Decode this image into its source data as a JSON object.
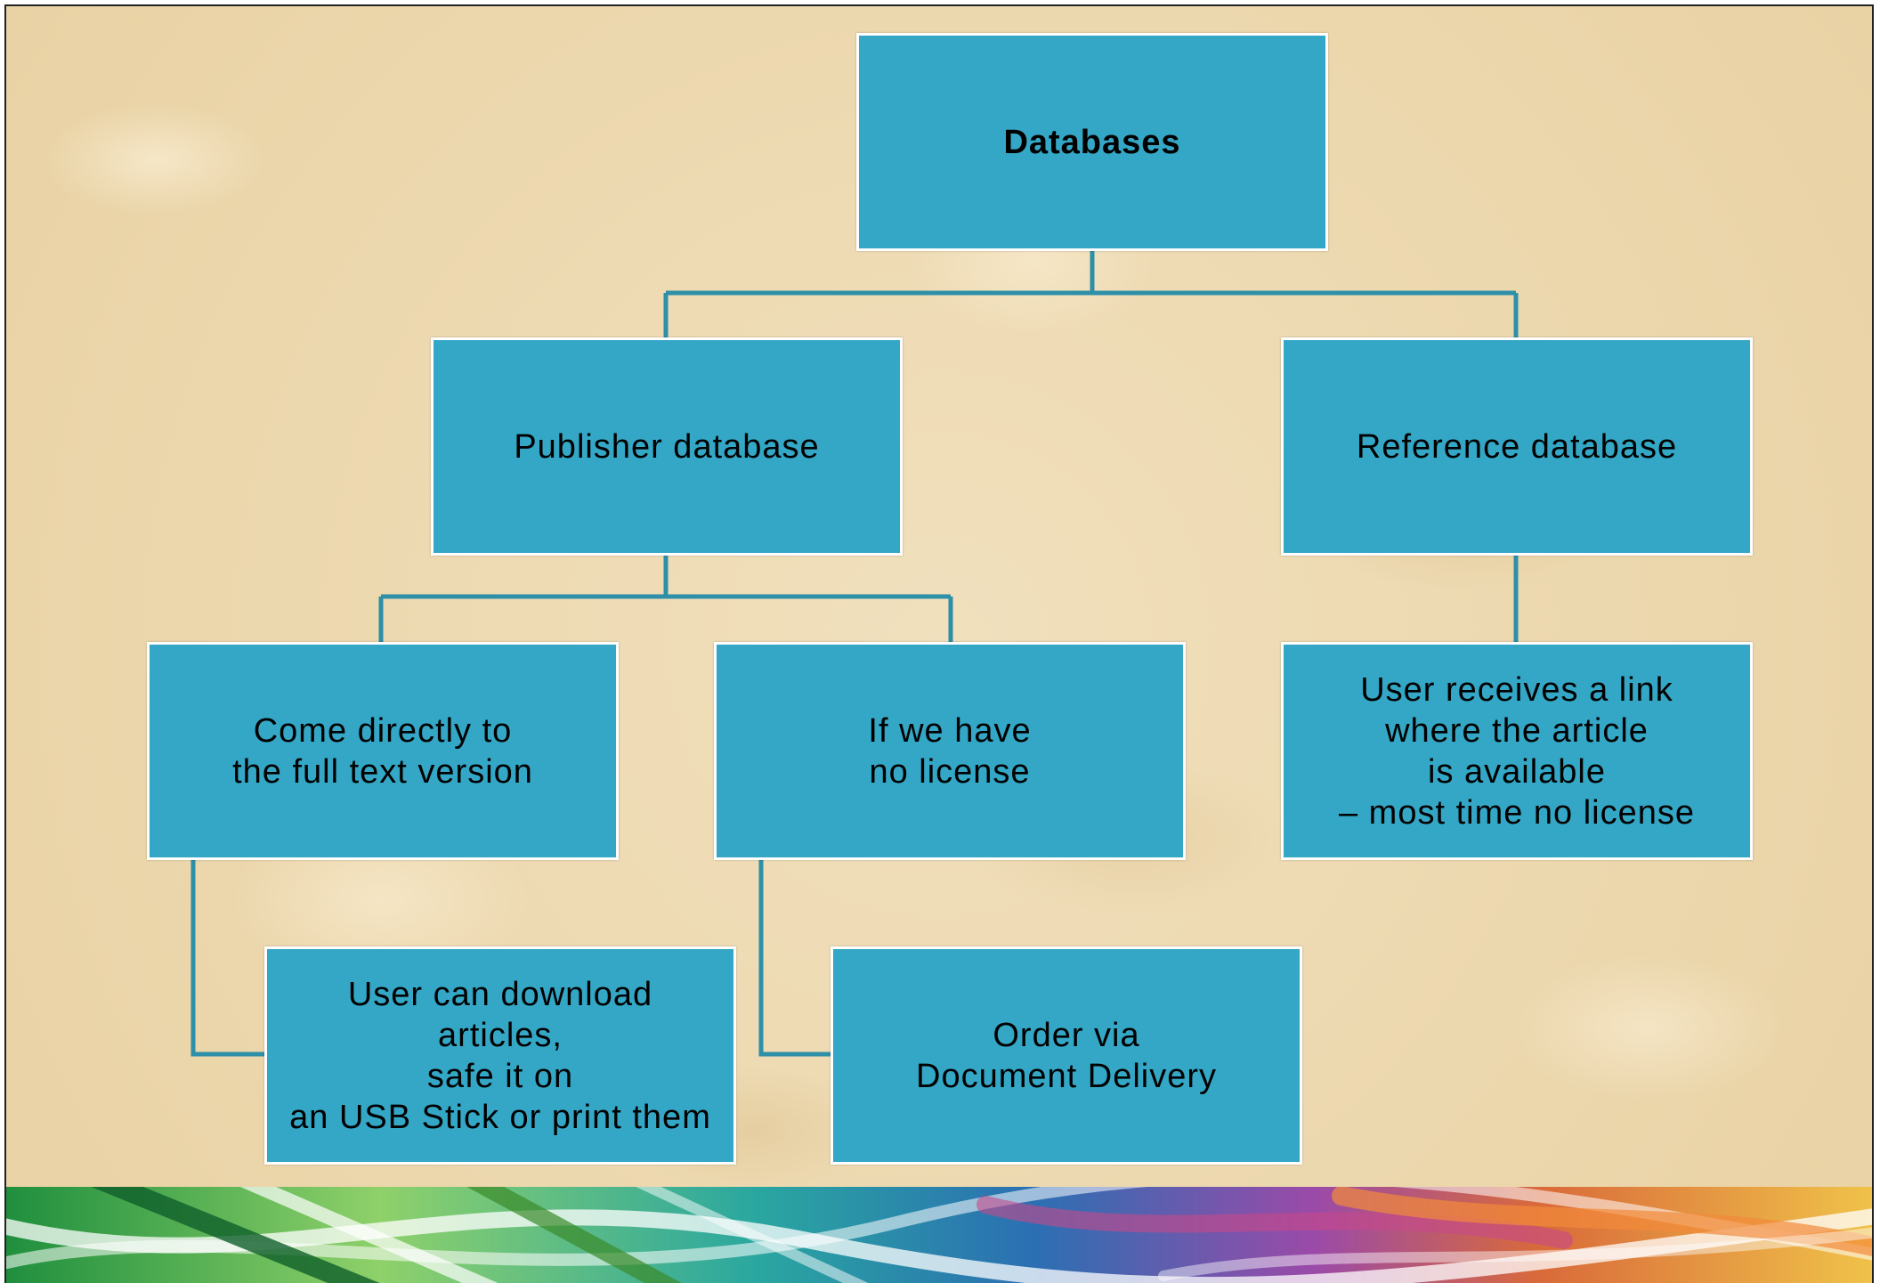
{
  "diagram": {
    "root": "Databases",
    "publisher": "Publisher database",
    "reference": "Reference database",
    "fulltext": "Come directly to\nthe full text version",
    "nolicense": "If we have\nno license",
    "reference_link": "User receives a link\nwhere the article\nis available\n– most time no license",
    "download": "User can download\narticles,\nsafe it on\nan USB Stick or print them",
    "order": "Order via\nDocument Delivery"
  },
  "colors": {
    "box_fill": "#34a7c6",
    "box_border": "#ffffff",
    "connector": "#2e8fa8"
  }
}
